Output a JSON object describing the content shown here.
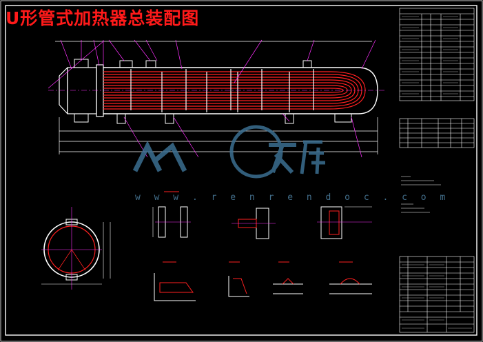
{
  "title": "U形管式加热器总装配图",
  "watermark": {
    "logo_text": "人人文库",
    "url": "w w w . r e n r e n d o c . c o m"
  },
  "colors": {
    "background": "#000000",
    "outline": "#ffffff",
    "tube": "#ff2020",
    "leader": "#ff30ff",
    "title": "#ff1a1a",
    "watermark": "#3b6f91"
  }
}
